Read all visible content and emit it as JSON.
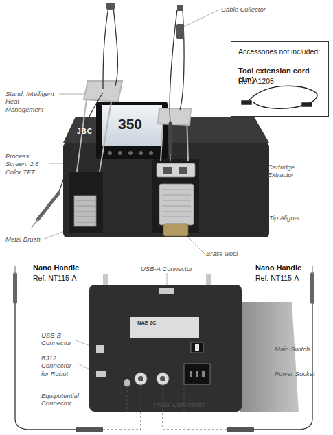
{
  "diagram": {
    "nodes": [
      {
        "text": [
          "Accessories not included:",
          "Tool extension cord (1m)",
          "Ref. A1205"
        ]
      }
    ],
    "labels": [
      "Cable Collector",
      "Stand: Intelligent Heat Management",
      "Process Screen: 2.8 Color TFT",
      "Cartridge Extractor",
      "Tip Aligner",
      "Metal Brush",
      "Brass wool",
      "350",
      "JBC",
      "Nano Handle",
      "Ref. NT115-A",
      "USB-A Connector",
      "Nano Handle",
      "Ref. NT115-A",
      "NAE 2C",
      "USB-B Connector",
      "RJ12 Connector for Robot",
      "Main Switch",
      "Power Socket",
      "Equipotential Connector",
      "Pedal Connectors"
    ]
  }
}
